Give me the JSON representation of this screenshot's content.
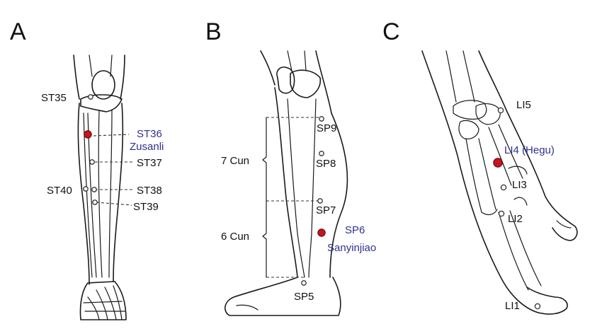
{
  "colors": {
    "ink": "#1a1a1a",
    "highlight_point": "#c8141e",
    "highlight_text": "#2e3192"
  },
  "panel_a": {
    "letter": "A",
    "st35": "ST35",
    "st36": "ST36",
    "st36_name": "Zusanli",
    "st37": "ST37",
    "st38": "ST38",
    "st39": "ST39",
    "st40": "ST40"
  },
  "panel_b": {
    "letter": "B",
    "sp9": "SP9",
    "sp8": "SP8",
    "sp7": "SP7",
    "sp6": "SP6",
    "sp6_name": "Sanyinjiao",
    "sp5": "SP5",
    "upper_span": "7 Cun",
    "lower_span": "6 Cun"
  },
  "panel_c": {
    "letter": "C",
    "li5": "LI5",
    "li4": "LI4 (Hegu)",
    "li3": "LI3",
    "li2": "LI2",
    "li1": "LI1"
  }
}
